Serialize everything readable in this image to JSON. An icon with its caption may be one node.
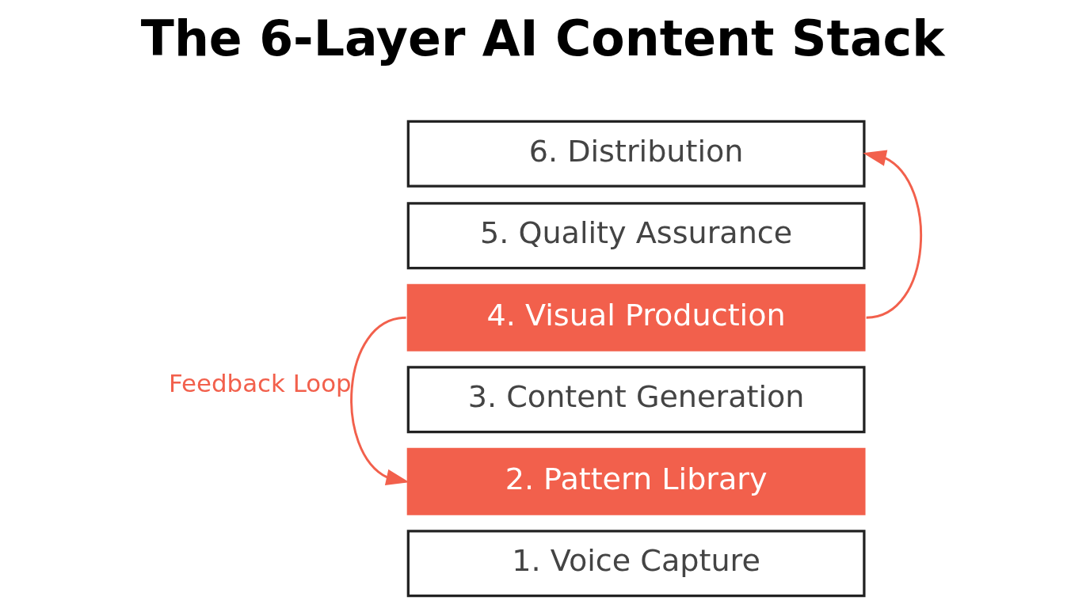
{
  "diagram": {
    "title": "The 6-Layer AI Content Stack",
    "nodes": [
      {
        "text": [
          "6. Distribution"
        ]
      },
      {
        "text": [
          "5. Quality Assurance"
        ]
      },
      {
        "text": [
          "4. Visual Production"
        ]
      },
      {
        "text": [
          "3. Content Generation"
        ]
      },
      {
        "text": [
          "2. Pattern Library"
        ]
      },
      {
        "text": [
          "1. Voice Capture"
        ]
      }
    ],
    "edges": [
      {
        "from": 2,
        "to": 0,
        "arrow": "to"
      },
      {
        "from": 2,
        "to": 4,
        "arrow": "to",
        "label": "Feedback Loop"
      }
    ]
  }
}
